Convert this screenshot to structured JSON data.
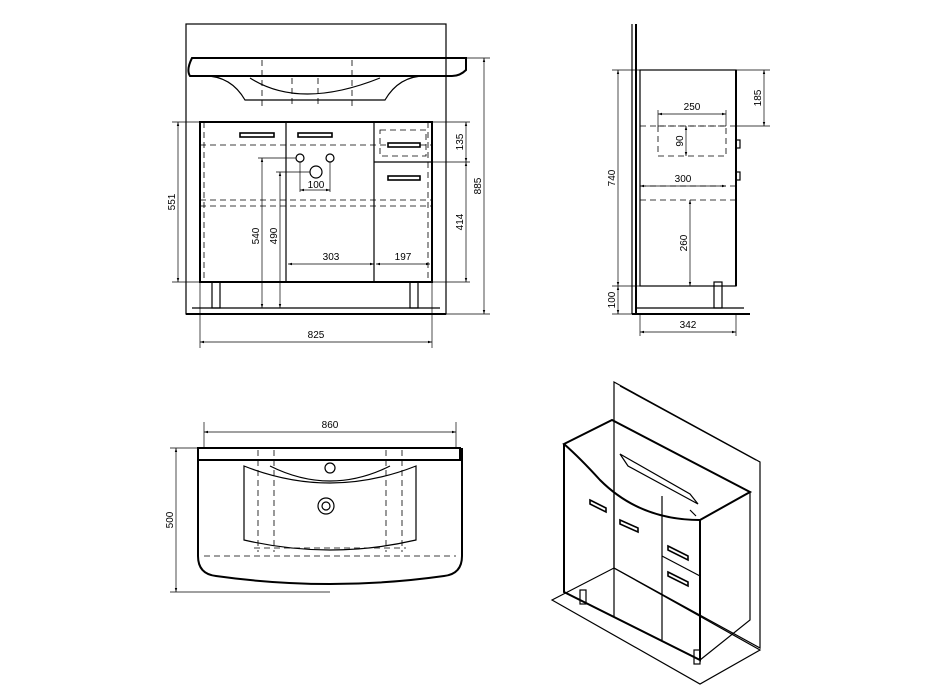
{
  "front_view": {
    "overall_height": "885",
    "cabinet_height": "551",
    "top_band": "135",
    "drawer_section": "414",
    "door_opening": "540",
    "inner_height": "490",
    "tap_spacing": "100",
    "left_door_width": "303",
    "drawer_width": "197",
    "cabinet_width": "825"
  },
  "side_view": {
    "top_offset": "185",
    "siphon_width": "250",
    "siphon_height": "90",
    "total_height": "740",
    "inner_width": "300",
    "shelf_height": "260",
    "leg_height": "100",
    "depth": "342"
  },
  "top_view": {
    "basin_width": "860",
    "basin_depth": "500"
  }
}
